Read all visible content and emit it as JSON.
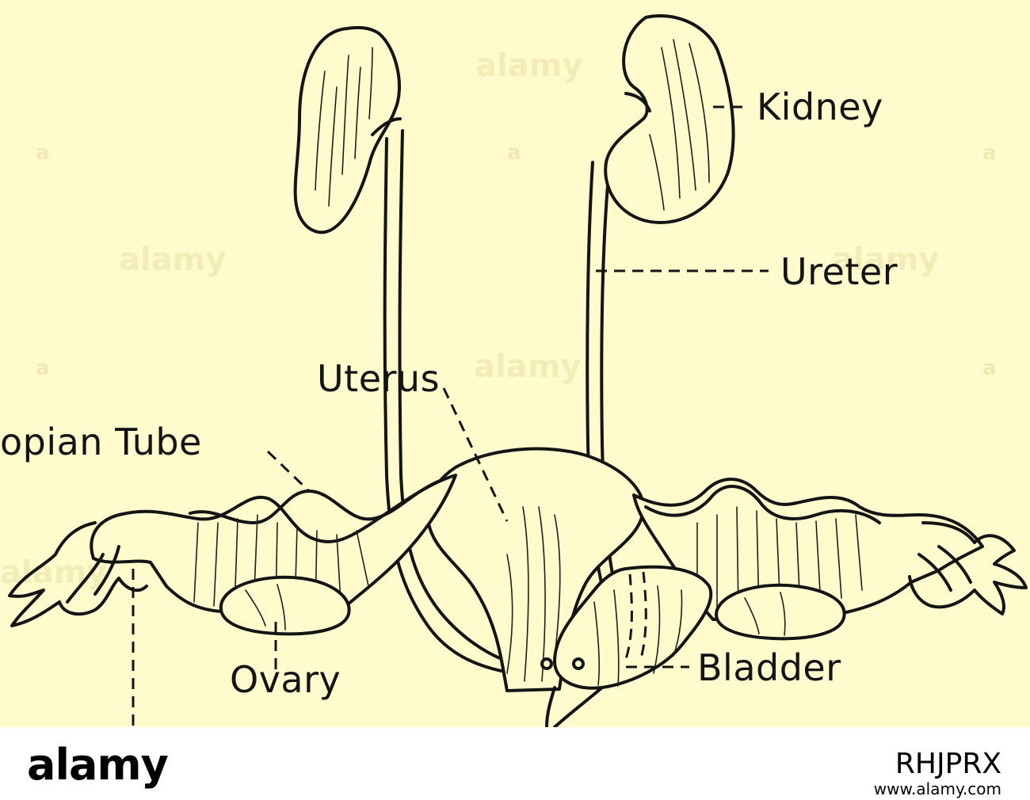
{
  "labels": {
    "kidney": "Kidney",
    "ureter": "Ureter",
    "uterus": "Uterus",
    "fallopian_tube": "opian Tube",
    "ovary": "Ovary",
    "bladder": "Bladder"
  },
  "watermark": {
    "text": "alamy",
    "letter": "a"
  },
  "footer": {
    "logo": "alamy",
    "stock_id": "RHJPRX",
    "url": "www.alamy.com"
  },
  "colors": {
    "paper": "#fffbcd",
    "ink": "#141414",
    "footer_bg": "#ffffff"
  }
}
